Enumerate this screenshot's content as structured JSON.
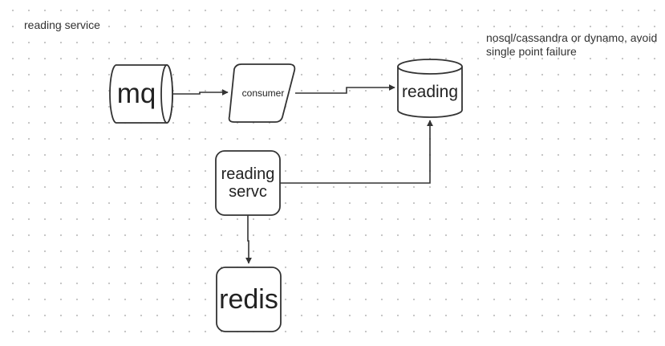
{
  "diagram": {
    "title": "reading service",
    "annotation": "nosql/cassandra or dynamo, avoid single point failure",
    "nodes": {
      "mq": {
        "shape": "horizontal-cylinder",
        "label": "mq"
      },
      "consumer": {
        "shape": "parallelogram",
        "label": "consumer"
      },
      "reading_db": {
        "shape": "database-cylinder",
        "label": "reading"
      },
      "reading_servc": {
        "shape": "rounded-rectangle",
        "label": "reading servc"
      },
      "redis": {
        "shape": "rounded-rectangle",
        "label": "redis"
      }
    },
    "edges": [
      {
        "from": "mq",
        "to": "consumer"
      },
      {
        "from": "consumer",
        "to": "reading"
      },
      {
        "from": "reading servc",
        "to": "reading"
      },
      {
        "from": "reading servc",
        "to": "redis"
      }
    ],
    "colors": {
      "stroke": "#333333",
      "text": "#222222",
      "fill": "#ffffff",
      "grid_dot": "#c4c4c4"
    }
  }
}
